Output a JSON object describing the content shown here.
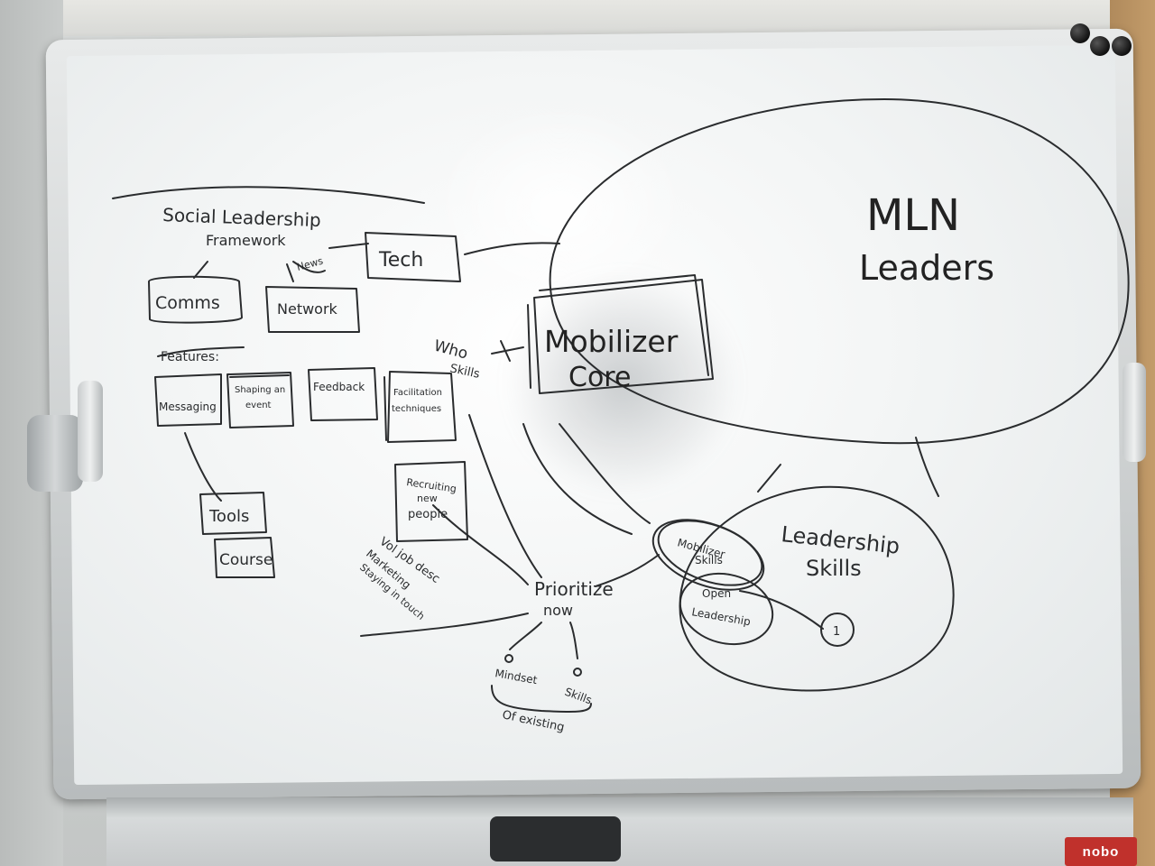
{
  "board": {
    "framework_title_1": "Social Leadership",
    "framework_title_2": "Framework",
    "tech": "Tech",
    "news": "News",
    "comms": "Comms",
    "network": "Network",
    "features": "Features:",
    "messaging": "Messaging",
    "shaping_event_1": "Shaping an",
    "shaping_event_2": "event",
    "feedback": "Feedback",
    "facilitation_1": "Facilitation",
    "facilitation_2": "techniques",
    "tools": "Tools",
    "course": "Course",
    "recruiting_1": "Recruiting",
    "recruiting_2": "new",
    "recruiting_3": "people",
    "vol_1": "Vol job desc",
    "vol_2": "Marketing",
    "vol_3": "Staying in touch",
    "who": "Who",
    "skills_small": "Skills",
    "mobilizer_1": "Mobilizer",
    "mobilizer_2": "Core",
    "mln_1": "MLN",
    "mln_2": "Leaders",
    "leadership_skills_1": "Leadership",
    "leadership_skills_2": "Skills",
    "mob_skills_1": "Mobilizer",
    "mob_skills_2": "Skills",
    "open_1": "Open",
    "open_2": "Leadership",
    "circle_num": "1",
    "prioritize_1": "Prioritize",
    "prioritize_2": "now",
    "bullet_left": "Mindset",
    "bullet_right": "Skills",
    "of_existing": "Of existing"
  },
  "brand": {
    "label": "nobo",
    "color": "#c0312c"
  },
  "ink_color": "#2a2c2e"
}
